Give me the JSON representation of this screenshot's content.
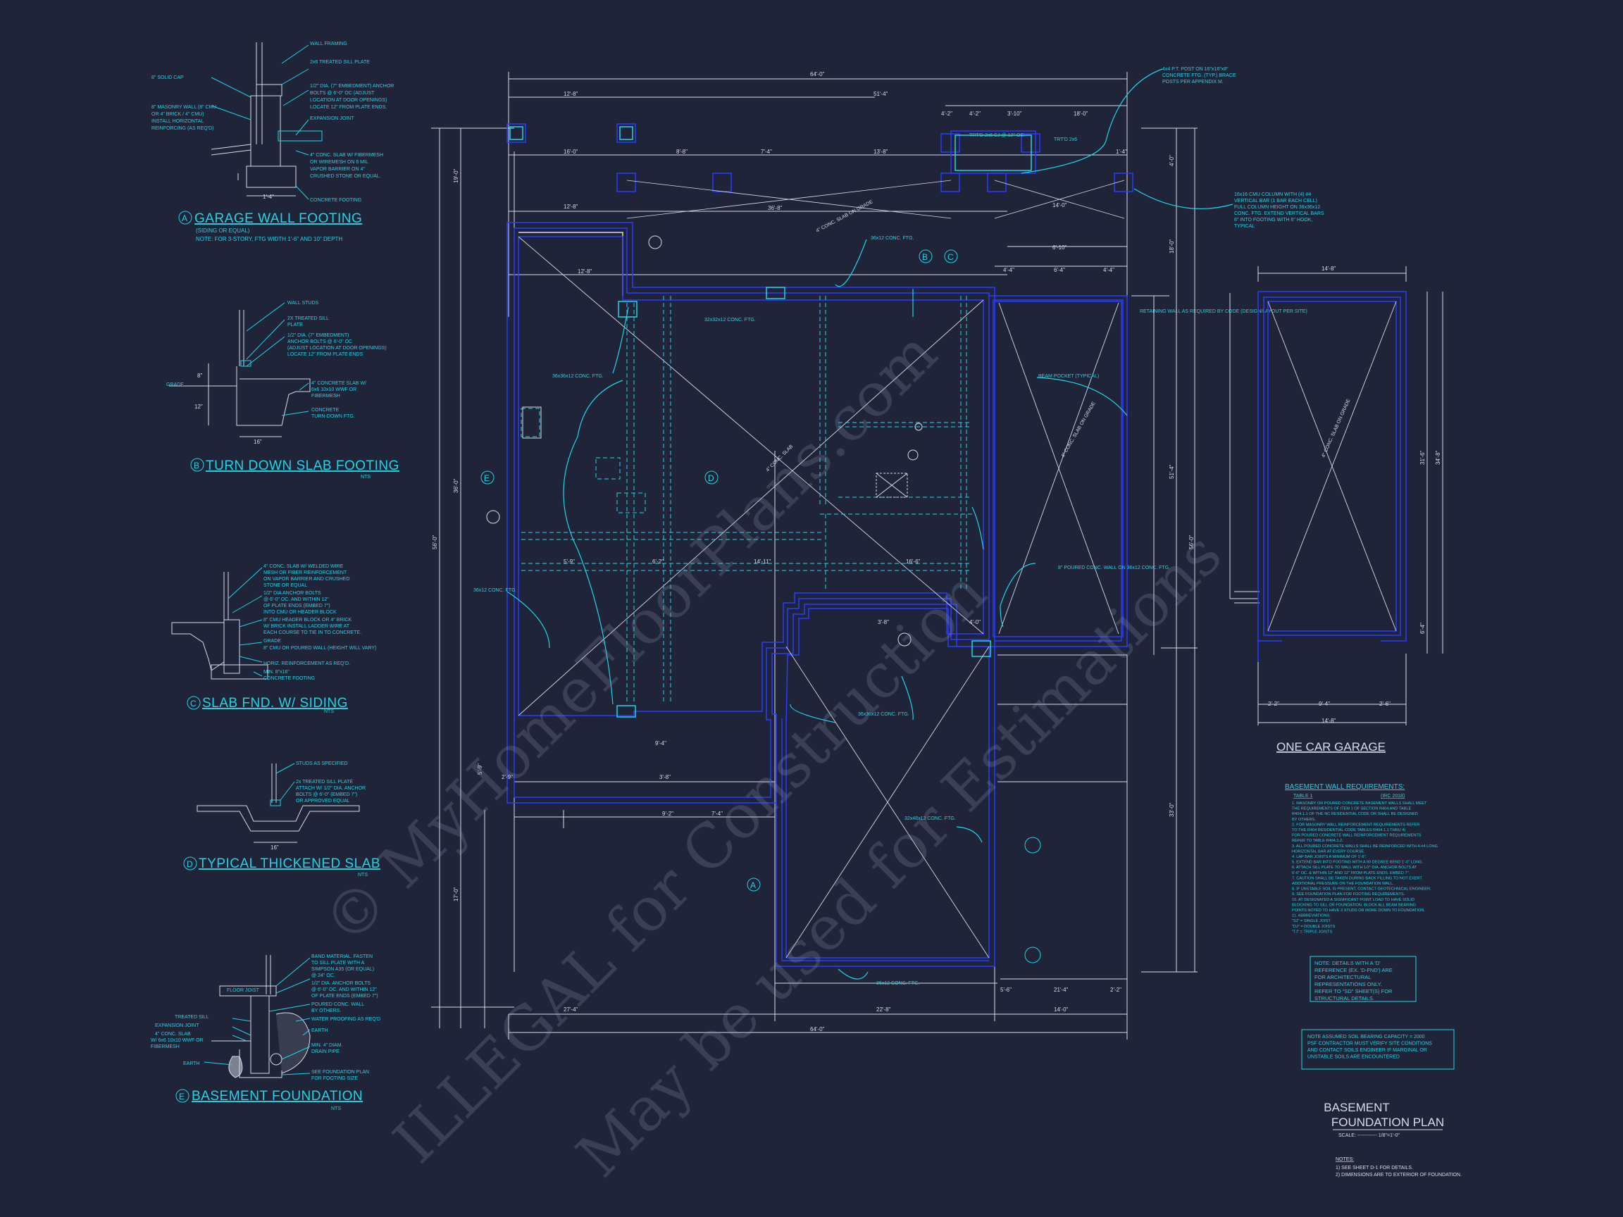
{
  "details": {
    "a": {
      "letter": "A",
      "title": "GARAGE WALL FOOTING",
      "sub1": "(SIDING OR EQUAL)",
      "sub2": "NOTE: FOR 3-STORY, FTG WIDTH 1'-6\" AND 10\" DEPTH",
      "notes": [
        "WALL FRAMING",
        "2x6 TREATED SILL PLATE",
        "1/2\" DIA. (7\" EMBEDMENT) ANCHOR",
        "BOLTS @ 6'-0\" OC (ADJUST",
        "LOCATION AT DOOR OPENINGS)",
        "LOCATE 12\" FROM PLATE ENDS.",
        "EXPANSION JOINT",
        "4\" CONC. SLAB W/ FIBERMESH",
        "OR WIREMESH ON 6 MIL",
        "VAPOR BARRIER ON 4\"",
        "CRUSHED STONE OR EQUAL.",
        "CONCRETE FOOTING"
      ],
      "left": [
        "8\" SOLID CAP",
        "8\" MASONRY WALL (8\" CMU",
        "OR 4\" BRICK / 4\" CMU)",
        "INSTALL HORIZONTAL",
        "REINFORCING (AS REQ'D)"
      ],
      "dim": "1'-4\""
    },
    "b": {
      "letter": "B",
      "title": "TURN DOWN SLAB FOOTING",
      "nts": "NTS",
      "notes": [
        "WALL STUDS",
        "2X TREATED SILL",
        "PLATE",
        "1/2\" DIA. (7\" EMBEDMENT)",
        "ANCHOR BOLTS @ 6'-0\" OC",
        "(ADJUST LOCATION AT DOOR OPENINGS)",
        "LOCATE 12\" FROM PLATE ENDS",
        "4\" CONCRETE SLAB W/",
        "6x6 10x10 WWF OR",
        "FIBERMESH",
        "CONCRETE",
        "TURN-DOWN FTG."
      ],
      "grade": "GRADE",
      "d1": "8\"",
      "d2": "12\"",
      "d3": "16\""
    },
    "c": {
      "letter": "C",
      "title": "SLAB FND. W/ SIDING",
      "nts": "NTS",
      "notes": [
        "4\" CONC. SLAB W/ WELDED WIRE",
        "MESH OR FIBER REINFORCEMENT",
        "ON VAPOR BARRIER AND CRUSHED",
        "STONE OR EQUAL",
        "1/2\" DIA ANCHOR BOLTS",
        "@ 6'-0\" OC. AND WITHIN 12\"",
        "OF PLATE ENDS (EMBED 7\")",
        "INTO CMU OR HEADER BLOCK",
        "8\" CMU HEADER BLOCK OR 4\" BRICK",
        "W/ BRICK INSTALL LADDER WIRE AT",
        "EACH COURSE TO TIE IN TO CONCRETE.",
        "GRADE",
        "8\" CMU OR POURED WALL (HEIGHT WILL VARY)",
        "HORIZ. REINFORCEMENT AS REQ'D.",
        "MIN. 8\"x16\"",
        "CONCRETE FOOTING"
      ]
    },
    "d": {
      "letter": "D",
      "title": "TYPICAL THICKENED SLAB",
      "nts": "NTS",
      "notes": [
        "STUDS AS SPECIFIED",
        "2x TREATED SILL PLATE",
        "ATTACH W/ 1/2\" DIA. ANCHOR",
        "BOLTS @ 6'-0\" (EMBED 7\")",
        "OR APPROVED EQUAL"
      ],
      "dim": "16\""
    },
    "e": {
      "letter": "E",
      "title": "BASEMENT FOUNDATION",
      "nts": "NTS",
      "notes": [
        "BAND MATERIAL. FASTEN",
        "TO SILL PLATE WITH A",
        "SIMPSON A35 (OR EQUAL)",
        "@ 24\" OC.",
        "1/2\" DIA. ANCHOR BOLTS",
        "@ 6'-0\" OC. AND WITHIN 12\"",
        "OF PLATE ENDS (EMBED 7\")",
        "POURED CONC. WALL",
        "BY OTHERS.",
        "WATER PROOFING AS REQ'D",
        "EARTH",
        "MIN. 4\" DIAM.",
        "DRAIN PIPE",
        "SEE FOUNDATION PLAN",
        "FOR FOOTING SIZE"
      ],
      "left": [
        "TREATED SILL",
        "EXPANSION JOINT",
        "4\" CONC. SLAB",
        "W/ 6x6 10x10 WWF OR",
        "FIBERMESH",
        "EARTH"
      ],
      "floor": "FLOOR JOIST"
    }
  },
  "plan": {
    "dims_top": [
      "64'-0\"",
      "12'-8\"",
      "51'-4\"",
      "4'-2\"",
      "3'-10\"",
      "18'-0\"",
      "4'-2\"",
      "16'-0\"",
      "8'-8\"",
      "13'-8\"",
      "7'-4\"",
      "1'-4\""
    ],
    "dims_bottom": [
      "27'-4\"",
      "22'-8\"",
      "14'-0\"",
      "64'-0\""
    ],
    "dims_left": [
      "56'-0\"",
      "19'-0\"",
      "36'-0\"",
      "17'-0\"",
      "5'-9\""
    ],
    "dims_right": [
      "56'-0\"",
      "51'-4\"",
      "33'-0\"",
      "18'-0\"",
      "4'-0\""
    ],
    "dims_interior": [
      "36'-8\"",
      "12'-8\"",
      "14'-0\"",
      "4'-4\"",
      "6'-4\"",
      "4'-4\"",
      "12'-8\"",
      "6'-2\"",
      "14'-11\"",
      "16'-6\"",
      "6'-10\"",
      "21'-4\"",
      "9'-4\"",
      "3'-8\"",
      "5'-6\"",
      "2'-2\"",
      "5'-9\"",
      "7'-4\"",
      "9'-2\"",
      "3'-8\"",
      "4'-0\"",
      "2'-9\""
    ],
    "callouts": [
      "4x4 P.T. POST ON 16\"x16\"x8\"",
      "CONCRETE FTG. (TYP.) BRACE",
      "POSTS PER APPENDIX M.",
      "TRT'D 2x6 CJ @ 12\" OC.",
      "TRT'D 2x6",
      "16x16 CMU COLUMN WITH (4) #4",
      "VERTICAL BAR (1 BAR EACH CELL)",
      "FULL COLUMN HEIGHT ON 36x36x12",
      "CONC. FTG. EXTEND VERTICAL BARS",
      "6\" INTO FOOTING WITH 6\" HOOK,",
      "TYPICAL",
      "36x12 CONC. FTG.",
      "32x32x12 CONC. FTG.",
      "36x36x12 CONC. FTG.",
      "36x12 CONC. FTG.",
      "36x36x12 CONC. FTG.",
      "32x48x12 CONC. FTG.",
      "36x12 CONC. FTG.",
      "BEAM POCKET (TYPICAL)",
      "8\" POURED CONC. WALL ON 36x12 CONC. FTG.",
      "RETAINING WALL AS REQUIRED BY CODE (DESIGN/LAYOUT PER SITE)",
      "4\" CONC. SLAB ON GRADE",
      "4\" CONC. SLAB",
      "4\" CONC. SLAB ON GRADE"
    ],
    "markers": [
      "B",
      "C",
      "D",
      "E",
      "A"
    ]
  },
  "garage": {
    "title": "ONE CAR GARAGE",
    "dims": [
      "14'-8\"",
      "31'-6\"",
      "34'-8\"",
      "2'-2\"",
      "9'-4\"",
      "2'-6\"",
      "14'-8\"",
      "6'-4\""
    ],
    "slab": "4\" CONC. SLAB ON GRADE"
  },
  "requirements": {
    "title": "BASEMENT WALL REQUIREMENTS:",
    "sub": "(IRC 2018)",
    "table": "TABLE 1",
    "items": [
      "1. MASONRY OR POURED CONCRETE BASEMENT WALLS SHALL MEET",
      "THE REQUIREMENTS OF ITEM 1 OF SECTION R404 AND TABLE",
      "R404.1.1 OF THE NC RESIDENTIAL CODE OR SHALL BE DESIGNED",
      "BY OTHERS.",
      "2. FOR MASONRY WALL REINFORCEMENT REQUIREMENTS REFER",
      "TO THE R404 RESIDENTIAL CODE TABLES R404.1.1 THRU 4)",
      "FOR POURED CONCRETE WALL REINFORCEMENT REQUIREMENTS",
      "REFER TO TABLE R404.1.2.",
      "3. ALL POURED CONCRETE WALLS SHALL BE REINFORCED WITH 4-#4 LONG",
      "HORIZONTAL BAR AT EVERY COURSE.",
      "4. LAP BAR JOINTS A MINIMUM OF 1'-6\".",
      "5. EXTEND BAR INTO FOOTING WITH A 90 DEGREE BEND 1'-0\" LONG.",
      "6. ATTACH SILL PLATE TO WALL WITH 1/2\" DIA. ANCHOR BOLTS AT",
      "6'-0\" OC. & WITHIN 12\" AND 12\" FROM PLATE ENDS. EMBED 7\".",
      "7. CAUTION SHALL BE TAKEN DURING BACK FILLING TO NOT EXERT",
      "ADDITIONAL PRESSURE ON THE FOUNDATION WALL.",
      "8. IF UNSTABLE SOIL IS PRESENT, CONTACT GEOTECHNICAL ENGINEER.",
      "9. SEE FOUNDATION PLAN FOR FOOTING REQUIREMENTS.",
      "10. AT DESIGNATED A SIGNIFICANT POINT LOAD TO HAVE SOLID",
      "BLOCKING TO SILL OR FOUNDATION. BLOCK ALL BEAM BEARING",
      "POINTS NOTED TO HAVE 3 STUDS OR MORE DOWN TO FOUNDATION.",
      "11. ABBREVIATIONS:",
      "\"SJ\" = SINGLE JOIST",
      "\"DJ\" = DOUBLE JOISTS",
      "\"TJ\" = TRIPLE JOISTS"
    ]
  },
  "note_box": [
    "NOTE: DETAILS WITH A 'D'",
    "REFERENCE (EX. 'D-FND') ARE",
    "FOR ARCHITECTURAL",
    "REPRESENTATIONS ONLY.",
    "REFER TO \"SD\" SHEET(S) FOR",
    "STRUCTURAL DETAILS."
  ],
  "soil_box": [
    "NOTE ASSUMED SOIL BEARING CAPACITY = 2000",
    "PSF CONTRACTOR MUST VERIFY SITE CONDITIONS",
    "AND CONTACT SOILS ENGINEER IF MARGINAL OR",
    "UNSTABLE SOILS ARE ENCOUNTERED"
  ],
  "sheet_title": {
    "line1": "BASEMENT",
    "line2": "FOUNDATION PLAN",
    "scale": "SCALE: ------------ 1/8\"=1'-0\""
  },
  "notes": {
    "head": "NOTES:",
    "items": [
      "1)  SEE SHEET D-1 FOR DETAILS.",
      "2)  DIMENSIONS ARE TO EXTERIOR OF FOUNDATION."
    ]
  },
  "watermark": [
    "© MyHomeFloorPlans.com",
    "ILLEGAL for Construction",
    "May be used for Estimations"
  ],
  "colors": {
    "background": "#1f2438",
    "cyan": "#1fd6e6",
    "blue": "#2a3cff",
    "white": "#d9dde8"
  }
}
